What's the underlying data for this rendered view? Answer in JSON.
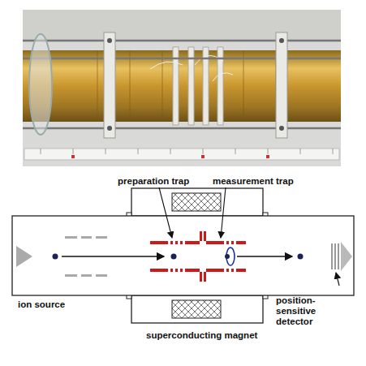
{
  "diagram": {
    "labels": [
      "preparation trap",
      "measurement trap",
      "ion source",
      "superconducting magnet",
      "position-sensitive detector"
    ]
  }
}
